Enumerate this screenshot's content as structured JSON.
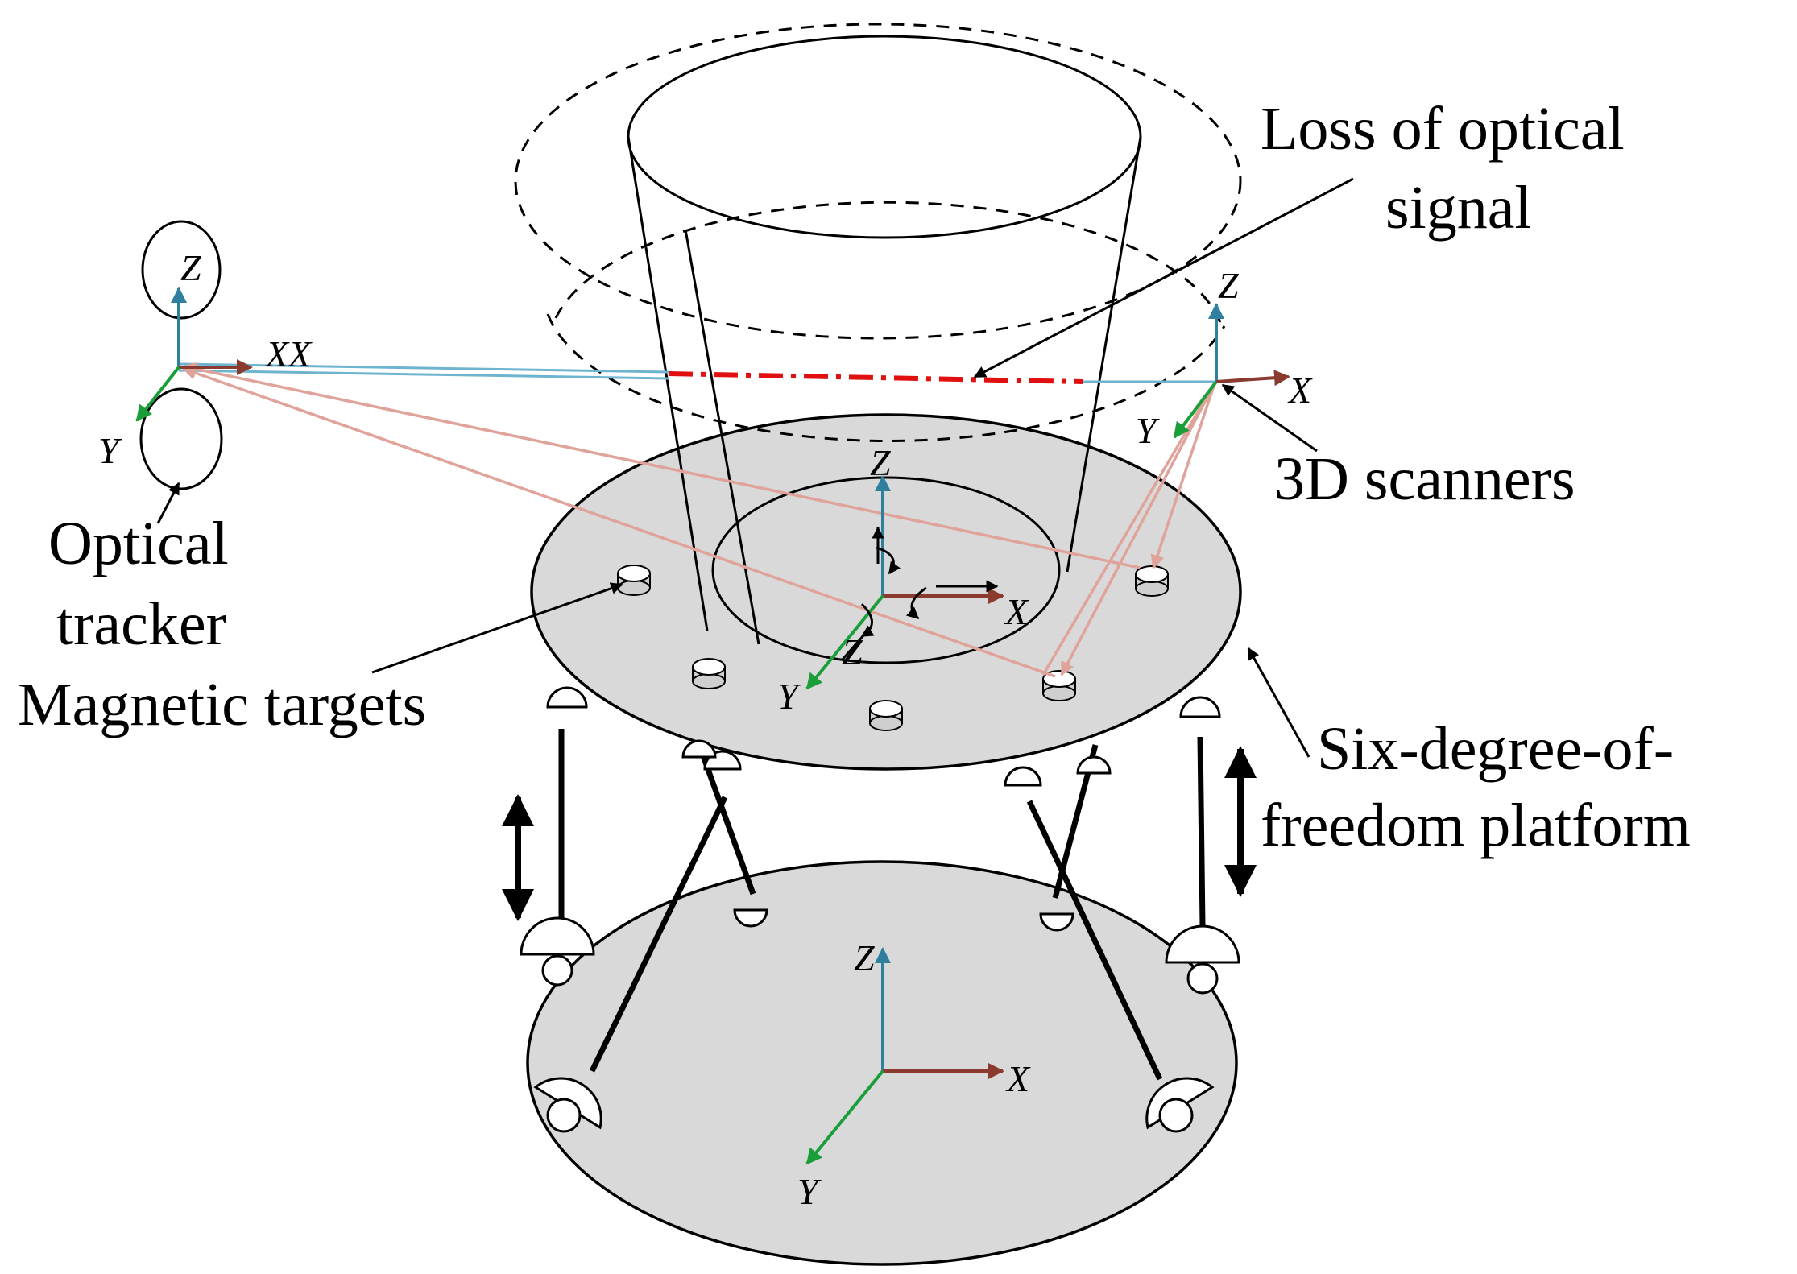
{
  "labels": {
    "loss_signal": [
      "Loss of optical",
      "signal"
    ],
    "scanners": "3D scanners",
    "optical_tracker": [
      "Optical",
      "tracker"
    ],
    "magnetic_targets": "Magnetic targets",
    "platform": [
      "Six-degree-of-",
      "freedom platform"
    ]
  },
  "axes": {
    "tracker": {
      "z": "Z",
      "x": "XX",
      "y": "Y"
    },
    "scanner": {
      "z": "Z",
      "x": "X",
      "y": "Y"
    },
    "upper": {
      "z": "Z",
      "x": "X",
      "y": "Y",
      "z2": "Z"
    },
    "base": {
      "z": "Z",
      "x": "X",
      "y": "Y"
    }
  },
  "colors": {
    "z_axis": "#2f7f9e",
    "x_axis": "#8b3a2f",
    "y_axis": "#1a9e3a",
    "signal_loss": "#e01010",
    "ray": "#e0a39a",
    "sight_line": "#6fb4cf",
    "plate": "#d9d9d9"
  }
}
